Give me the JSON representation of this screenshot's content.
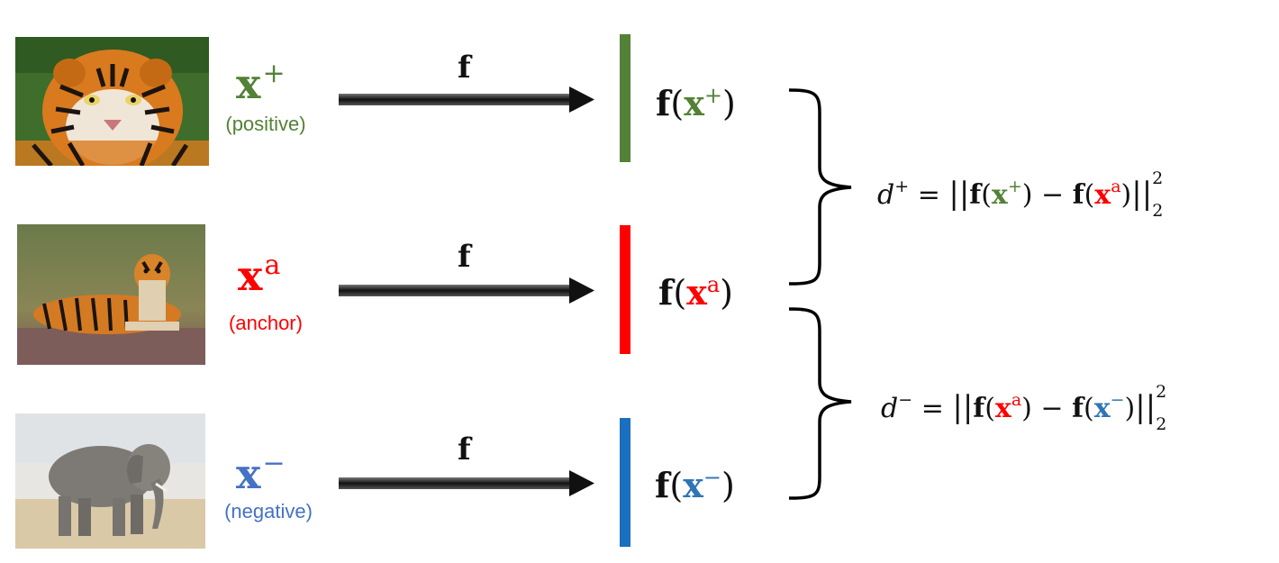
{
  "rows": [
    {
      "key": "positive",
      "photo_icon": "tiger-face-photo",
      "symbol": "x",
      "superscript": "+",
      "role": "(positive)",
      "function_label": "f",
      "embedding": {
        "f": "f",
        "x": "x",
        "sup": "+"
      },
      "color": "#538135"
    },
    {
      "key": "anchor",
      "photo_icon": "tiger-lying-photo",
      "symbol": "x",
      "superscript": "a",
      "role": "(anchor)",
      "function_label": "f",
      "embedding": {
        "f": "f",
        "x": "x",
        "sup": "a"
      },
      "color": "#ff0000"
    },
    {
      "key": "negative",
      "photo_icon": "elephant-photo",
      "symbol": "x",
      "superscript": "−",
      "role": "(negative)",
      "function_label": "f",
      "embedding": {
        "f": "f",
        "x": "x",
        "sup": "−"
      },
      "color": "#2e75b6"
    }
  ],
  "equations": {
    "positive": {
      "lhs": "d",
      "lhs_sup": "+",
      "eq": "=",
      "norm_sup": "2",
      "norm_sub": "2",
      "minus": "−"
    },
    "negative": {
      "lhs": "d",
      "lhs_sup": "−",
      "eq": "=",
      "norm_sup": "2",
      "norm_sub": "2",
      "minus": "−"
    }
  }
}
